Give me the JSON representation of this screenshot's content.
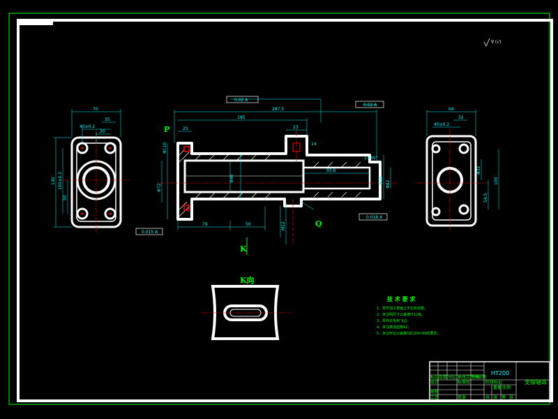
{
  "drawing": {
    "surface_finish": "∇ (√)",
    "material": "HT200",
    "part_name": "支撑轴耳",
    "section_label": "K向",
    "view_marks": {
      "p": "P",
      "q": "Q",
      "k": "K"
    },
    "left_view": {
      "top_width": "70",
      "sub_width": "40±0.2",
      "sub_a": "35",
      "sub_b": "20",
      "height": "130",
      "side_a": "100±0.2",
      "side_b": "50"
    },
    "right_view": {
      "top_width": "64",
      "sub_width": "40±0.2",
      "sub_a": "32",
      "side_a": "100",
      "side_b": "54.5",
      "inner": "Φ32"
    },
    "front_view": {
      "overall": "287.5",
      "main": "185",
      "top_left": "25",
      "boss_a": "23",
      "boss_b": "14",
      "bottom_a": "79",
      "bottom_b": "50",
      "dia_left": "Φ110",
      "dia_inner": "Φ40",
      "dia_hole": "Φ72",
      "dia_right": "Φ82",
      "dia_end": "Φ50",
      "len_right": "93.6",
      "chamfer": "1×45°",
      "thread": "M12"
    },
    "tolerances": {
      "t1": "0.02 A",
      "t2": "0.02 A",
      "t3": "0.015 A",
      "t4": "0.018 A"
    },
    "tech_req": {
      "title": "技 术 要 求",
      "items": [
        "1、零件加工表面上不应有划痕。",
        "2、未注明尺寸公差按IT12级。",
        "3、零件去毛刺飞边。",
        "4、未注铸造圆角R2。",
        "5、未注形位公差按GB1184-80的要求。"
      ]
    },
    "title_block": {
      "labels": [
        "标记",
        "处数",
        "分区",
        "更改文件号",
        "签名",
        "日期"
      ],
      "labels2": [
        "设计",
        "标准化",
        "阶段标记",
        "重量",
        "比例"
      ],
      "labels3": [
        "审核",
        "工艺",
        "批准",
        "共",
        "张",
        "第",
        "张"
      ]
    }
  }
}
